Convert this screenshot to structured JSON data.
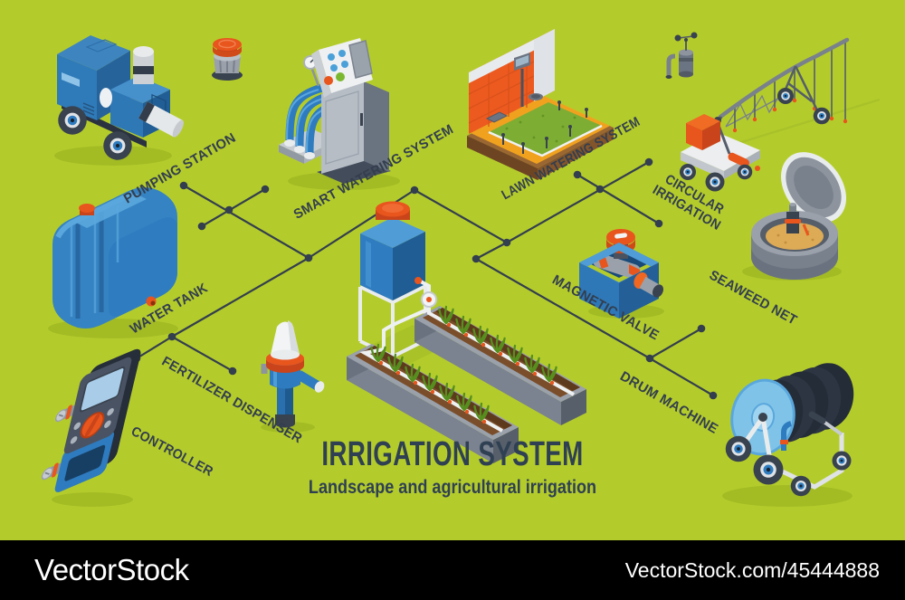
{
  "title": {
    "heading": "IRRIGATION SYSTEM",
    "subheading": "Landscape and agricultural irrigation"
  },
  "labels": {
    "pumping_station": "PUMPING STATION",
    "smart_watering_system": "SMART WATERING SYSTEM",
    "lawn_watering_system": "LAWN WATERING SYSTEM",
    "circular_irrigation_line1": "CIRCULAR",
    "circular_irrigation_line2": "IRRIGATION",
    "magnetic_valve": "MAGNETIC VALVE",
    "seaweed_net": "SEAWEED NET",
    "drum_machine": "DRUM MACHINE",
    "water_tank": "WATER TANK",
    "fertilizer_dispenser": "FERTILIZER DISPENSER",
    "controller": "CONTROLLER"
  },
  "footer": {
    "brand": "VectorStock",
    "website": "VectorStock.com/45444888"
  },
  "colors": {
    "background": "#b4cc2b",
    "line": "#333e4e",
    "title_text": "#2f4052",
    "accent_orange": "#e8551d",
    "primary_blue": "#2e7bbf",
    "footer_background": "#000000",
    "footer_text": "#ffffff"
  }
}
